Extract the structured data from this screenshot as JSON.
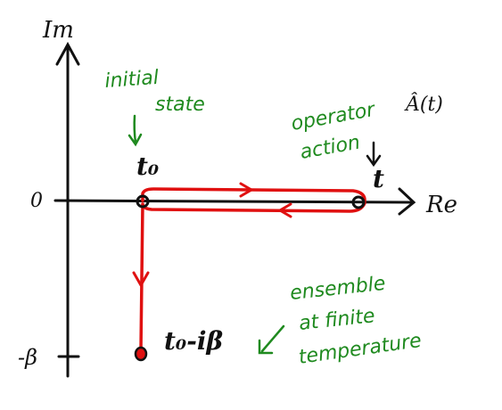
{
  "axes": {
    "imag_label": "Im",
    "real_label": "Re",
    "zero_tick": "0",
    "beta_tick": "-β"
  },
  "points": {
    "start": "t₀",
    "end": "t",
    "bottom": "t₀-iβ"
  },
  "notes": {
    "initial_state": [
      "initial",
      "state"
    ],
    "operator_action": [
      "operator",
      "action"
    ],
    "operator_symbol": "Â(t)",
    "ensemble": [
      "ensemble",
      "at finite",
      "temperature"
    ]
  },
  "colors": {
    "axis": "#111111",
    "contour": "#e01010",
    "annotation": "#1f8a1f"
  }
}
